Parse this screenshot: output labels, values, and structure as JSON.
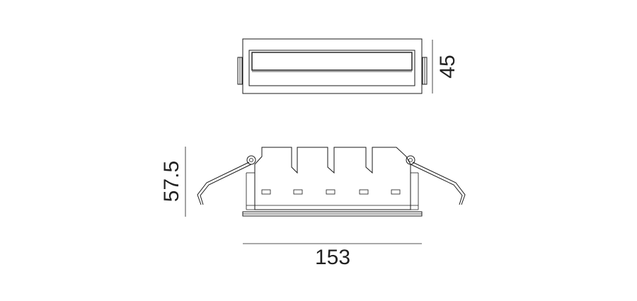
{
  "dimensions": {
    "height_top": "45",
    "height_side": "57.5",
    "width": "153"
  }
}
